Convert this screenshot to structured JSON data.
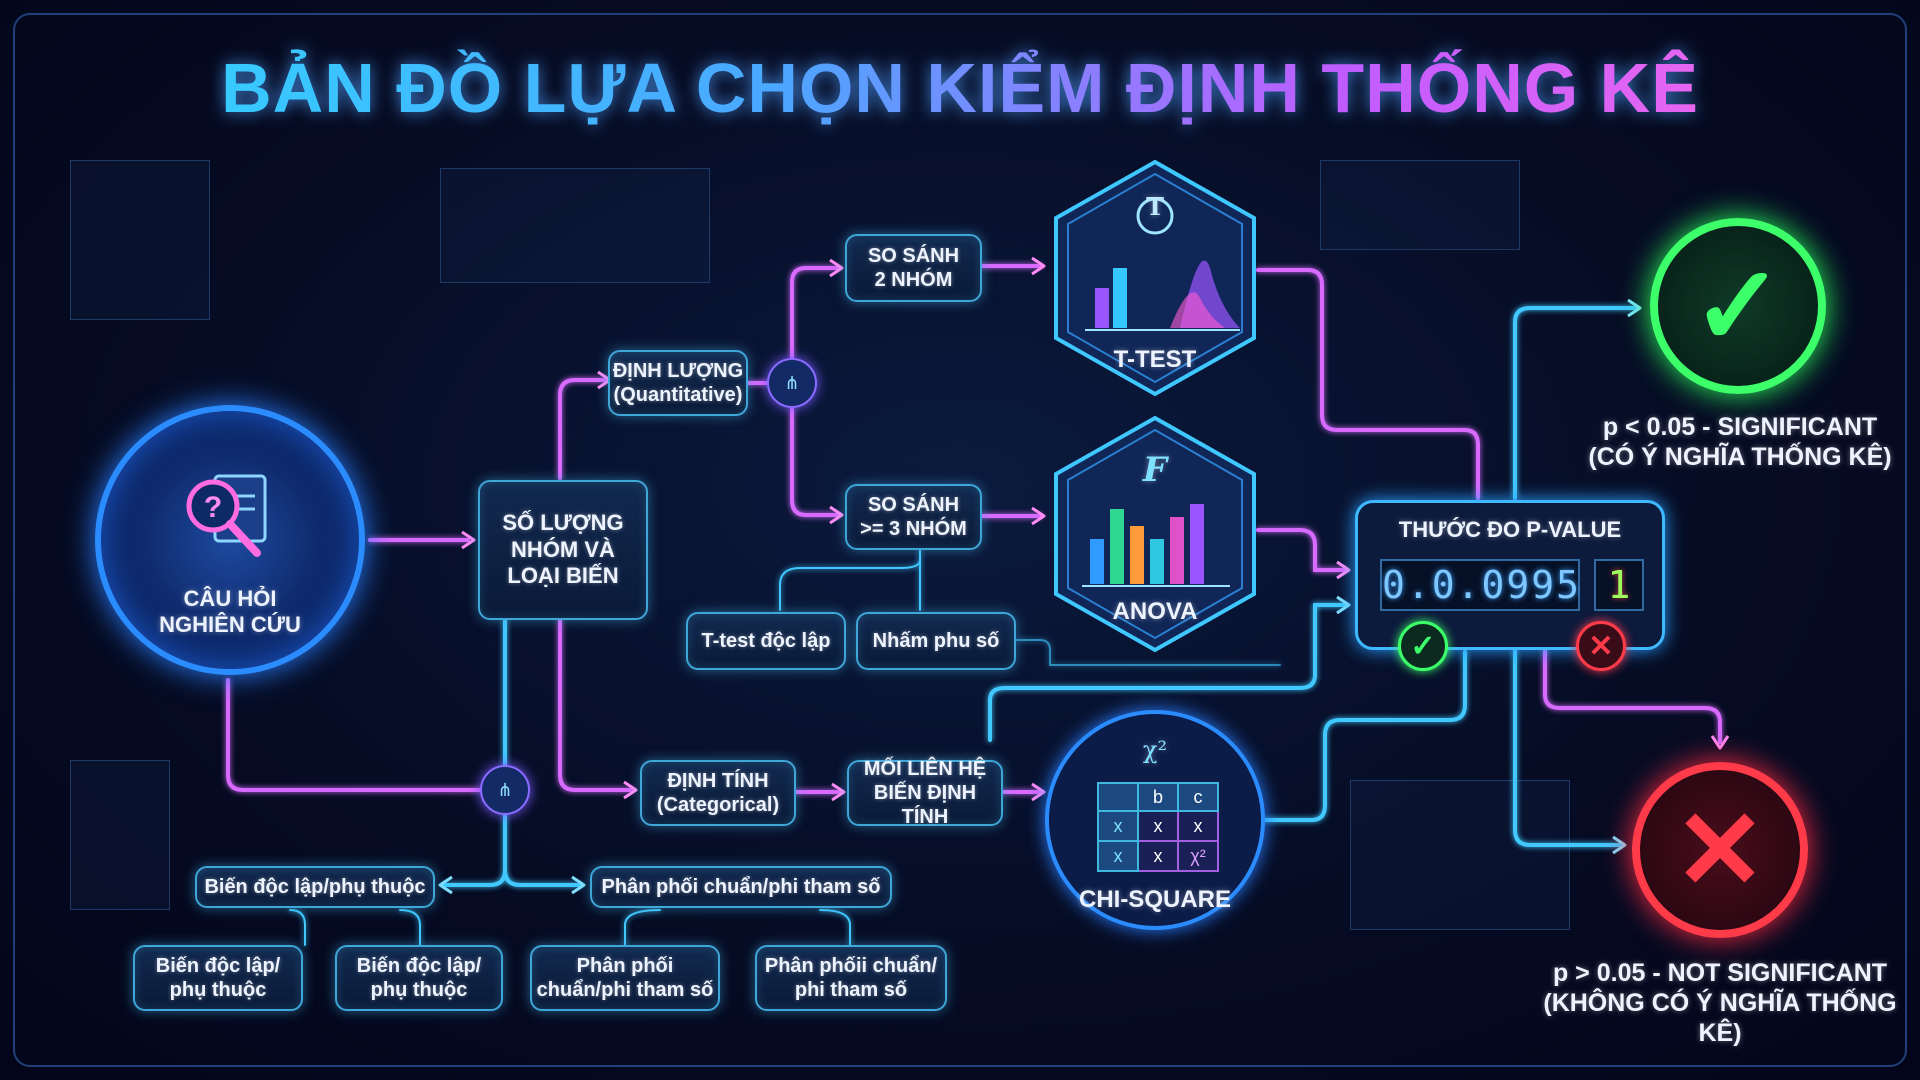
{
  "title": "BẢN ĐỒ LỰA CHỌN KIỂM ĐỊNH THỐNG KÊ",
  "colors": {
    "cyan": "#3fb8ff",
    "magenta": "#d86bff",
    "green": "#3cff6a",
    "red": "#ff3b4a"
  },
  "start": {
    "label_line1": "CÂU HỎI",
    "label_line2": "NGHIÊN CỨU",
    "icon": "magnifier-document-icon"
  },
  "hub": {
    "line1": "SỐ LƯỢNG",
    "line2": "NHÓM VÀ",
    "line3": "LOẠI BIẾN"
  },
  "quantitative": {
    "line1": "ĐỊNH LƯỢNG",
    "line2": "(Quantitative)"
  },
  "categorical": {
    "line1": "ĐỊNH TÍNH",
    "line2": "(Categorical)"
  },
  "compare2": {
    "line1": "SO SÁNH",
    "line2": "2 NHÓM"
  },
  "compare3": {
    "line1": "SO SÁNH",
    "line2": ">= 3 NHÓM"
  },
  "sub": {
    "ttest_indep": "T-test độc lập",
    "nham": "Nhấm phu số"
  },
  "relation": {
    "line1": "MỐI LIÊN HỆ",
    "line2": "BIẾN ĐỊNH TÍNH"
  },
  "tests": {
    "ttest": {
      "label": "T-TEST",
      "symbol": "T"
    },
    "anova": {
      "label": "ANOVA",
      "symbol": "F"
    },
    "chisq": {
      "label": "CHI-SQUARE",
      "symbol": "χ²",
      "table": [
        [
          "",
          "b",
          "c"
        ],
        [
          "x",
          "x",
          "x"
        ],
        [
          "x",
          "x",
          "χ²"
        ]
      ]
    }
  },
  "pvalue": {
    "title": "THƯỚC ĐO P-VALUE",
    "display": "0.0.0995",
    "flag": "1"
  },
  "significant": {
    "line1": "p < 0.05 - SIGNIFICANT",
    "line2": "(CÓ Ý NGHĨA THỐNG KÊ)"
  },
  "not_significant": {
    "line1": "p > 0.05 - NOT SIGNIFICANT",
    "line2": "(KHÔNG CÓ Ý NGHĨA THỐNG KÊ)"
  },
  "bottom": {
    "var_bar": "Biến độc lập/phụ thuộc",
    "dist_bar": "Phân phối chuẩn/phi tham số",
    "boxes": [
      {
        "l1": "Biến độc lập/",
        "l2": "phụ thuộc"
      },
      {
        "l1": "Biến độc lập/",
        "l2": "phụ thuộc"
      },
      {
        "l1": "Phân phối",
        "l2": "chuẩn/phi tham số"
      },
      {
        "l1": "Phân phốii chuẩn/",
        "l2": "phi tham số"
      }
    ]
  }
}
